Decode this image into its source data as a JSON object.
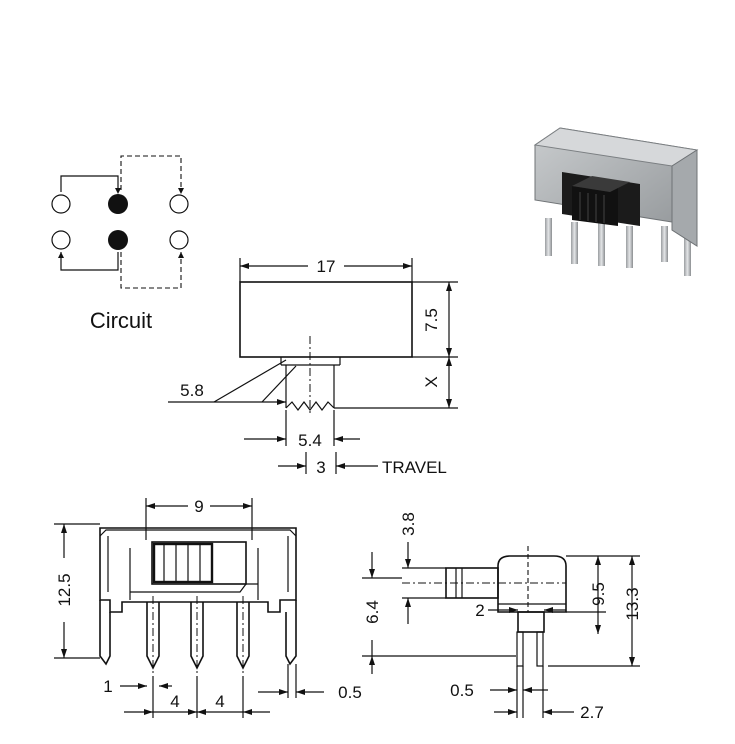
{
  "circuit": {
    "title": "Circuit"
  },
  "top_view": {
    "width_dim": "17",
    "height_dim": "7.5",
    "x_dim": "X",
    "offset_dim": "5.8",
    "actuator_dim": "5.4",
    "travel_value": "3",
    "travel_label": "TRAVEL"
  },
  "front_view": {
    "actuator_width_dim": "9",
    "height_dim": "12.5",
    "pin_width_dim": "1",
    "pitch_left_dim": "4",
    "pitch_right_dim": "4",
    "leg_thickness_dim": "0.5"
  },
  "side_view": {
    "actuator_height_dim": "3.8",
    "actuator_offset_dim": "6.4",
    "actuator_gap_dim": "2",
    "body_height_dim": "9.5",
    "total_height_dim": "13.3",
    "pin_thickness_dim": "0.5",
    "pin_spacing_dim": "2.7"
  },
  "product_photo": {
    "icon": "slide-switch-photo-icon"
  }
}
